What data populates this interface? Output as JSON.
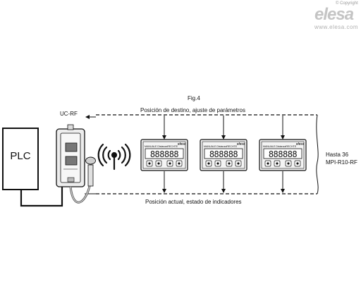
{
  "brand": {
    "copyright": "© Copyright",
    "logo": "elesa",
    "url": "www.elesa.com"
  },
  "figure": {
    "fig_label": "Fig.4",
    "top_label": "Posición de destino, ajuste de parámetros",
    "bottom_label": "Posición actual, estado de indicadores",
    "device_label": "UC-RF",
    "plc_label": "PLC",
    "count_line1": "Hasta 36",
    "count_line2": "MPI-R10-RF",
    "indicator_brand": "elesa",
    "indicator_header": "MANUALE  DistanzaRECHTE",
    "indicator_digits": "888888",
    "indicator_count_shown": 3
  },
  "colors": {
    "line": "#111111",
    "device_fill": "#e9e9e9",
    "brand_gray": "#c4c4c4"
  }
}
